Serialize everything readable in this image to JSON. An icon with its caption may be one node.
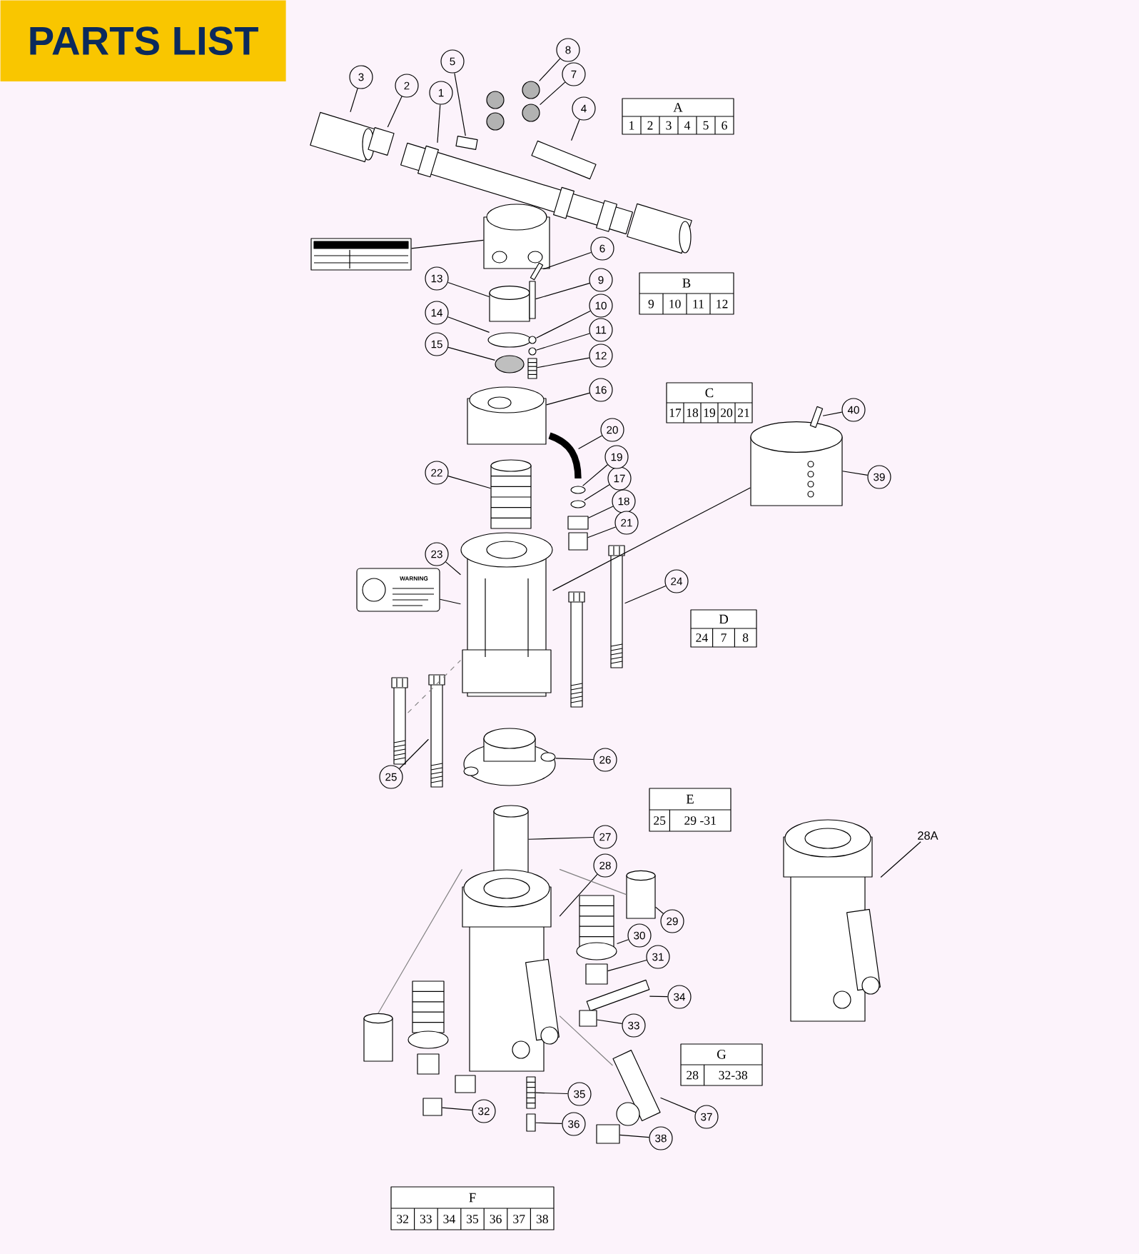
{
  "diagram": {
    "title": "PARTS LIST",
    "nodes": [
      {
        "text": [
          "1"
        ]
      },
      {
        "text": [
          "2"
        ]
      },
      {
        "text": [
          "3"
        ]
      },
      {
        "text": [
          "4"
        ]
      },
      {
        "text": [
          "5"
        ]
      },
      {
        "text": [
          "6"
        ]
      },
      {
        "text": [
          "7"
        ]
      },
      {
        "text": [
          "8"
        ]
      },
      {
        "text": [
          "9"
        ]
      },
      {
        "text": [
          "10"
        ]
      },
      {
        "text": [
          "11"
        ]
      },
      {
        "text": [
          "12"
        ]
      },
      {
        "text": [
          "13"
        ]
      },
      {
        "text": [
          "14"
        ]
      },
      {
        "text": [
          "15"
        ]
      },
      {
        "text": [
          "16"
        ]
      },
      {
        "text": [
          "17"
        ]
      },
      {
        "text": [
          "18"
        ]
      },
      {
        "text": [
          "19"
        ]
      },
      {
        "text": [
          "20"
        ]
      },
      {
        "text": [
          "21"
        ]
      },
      {
        "text": [
          "22"
        ]
      },
      {
        "text": [
          "23"
        ]
      },
      {
        "text": [
          "24"
        ]
      },
      {
        "text": [
          "25"
        ]
      },
      {
        "text": [
          "26"
        ]
      },
      {
        "text": [
          "27"
        ]
      },
      {
        "text": [
          "28"
        ]
      },
      {
        "text": [
          "29"
        ]
      },
      {
        "text": [
          "30"
        ]
      },
      {
        "text": [
          "31"
        ]
      },
      {
        "text": [
          "32"
        ]
      },
      {
        "text": [
          "33"
        ]
      },
      {
        "text": [
          "34"
        ]
      },
      {
        "text": [
          "35"
        ]
      },
      {
        "text": [
          "36"
        ]
      },
      {
        "text": [
          "37"
        ]
      },
      {
        "text": [
          "38"
        ]
      },
      {
        "text": [
          "39"
        ]
      },
      {
        "text": [
          "40"
        ]
      },
      {
        "text": [
          "28A"
        ]
      },
      {
        "text": [
          "A",
          "1",
          "2",
          "3",
          "4",
          "5",
          "6"
        ]
      },
      {
        "text": [
          "B",
          "9",
          "10",
          "11",
          "12"
        ]
      },
      {
        "text": [
          "C",
          "17",
          "18",
          "19",
          "20",
          "21"
        ]
      },
      {
        "text": [
          "D",
          "24",
          "7",
          "8"
        ]
      },
      {
        "text": [
          "E",
          "25",
          "29 -31"
        ]
      },
      {
        "text": [
          "G",
          "28",
          "32-38"
        ]
      },
      {
        "text": [
          "F",
          "32",
          "33",
          "34",
          "35",
          "36",
          "37",
          "38"
        ]
      },
      {
        "text": [],
        "shape": "picture"
      },
      {
        "text": [],
        "shape": "picture"
      },
      {
        "text": [],
        "shape": "box"
      },
      {
        "text": [],
        "shape": "picture"
      },
      {
        "text": [],
        "shape": "picture"
      },
      {
        "text": [],
        "shape": "box"
      },
      {
        "text": [],
        "shape": "box"
      },
      {
        "text": [],
        "shape": "circle"
      },
      {
        "text": [],
        "shape": "circle"
      },
      {
        "text": [],
        "shape": "circle"
      },
      {
        "text": [],
        "shape": "circle"
      },
      {
        "text": [],
        "shape": "picture"
      },
      {
        "text": [],
        "shape": "cylinder"
      },
      {
        "text": [],
        "shape": "circle"
      },
      {
        "text": [],
        "shape": "circle"
      },
      {
        "text": [],
        "shape": "box"
      },
      {
        "text": [],
        "shape": "circle"
      },
      {
        "text": [],
        "shape": "circle"
      },
      {
        "text": [],
        "shape": "picture"
      },
      {
        "text": [],
        "shape": "box"
      },
      {
        "text": [],
        "shape": "picture"
      },
      {
        "text": [],
        "shape": "picture"
      },
      {
        "text": [],
        "shape": "circle"
      },
      {
        "text": [],
        "shape": "circle"
      },
      {
        "text": [],
        "shape": "box"
      },
      {
        "text": [],
        "shape": "box"
      },
      {
        "text": [],
        "shape": "picture"
      },
      {
        "text": [],
        "shape": "picture"
      },
      {
        "text": [
          "WARNING"
        ]
      },
      {
        "text": [],
        "shape": "picture"
      },
      {
        "text": [],
        "shape": "picture"
      },
      {
        "text": [],
        "shape": "picture"
      },
      {
        "text": [],
        "shape": "picture"
      },
      {
        "text": [],
        "shape": "picture"
      },
      {
        "text": [],
        "shape": "box"
      },
      {
        "text": [],
        "shape": "picture"
      },
      {
        "text": [],
        "shape": "cylinder"
      },
      {
        "text": [],
        "shape": "picture"
      },
      {
        "text": [],
        "shape": "picture"
      },
      {
        "text": [],
        "shape": "cylinder"
      },
      {
        "text": [],
        "shape": "picture"
      },
      {
        "text": [],
        "shape": "circle"
      },
      {
        "text": [],
        "shape": "box"
      },
      {
        "text": [],
        "shape": "box"
      },
      {
        "text": [],
        "shape": "box"
      },
      {
        "text": [],
        "shape": "cylinder"
      },
      {
        "text": [],
        "shape": "picture"
      },
      {
        "text": [],
        "shape": "circle"
      },
      {
        "text": [],
        "shape": "box"
      },
      {
        "text": [],
        "shape": "box"
      },
      {
        "text": [],
        "shape": "box"
      },
      {
        "text": [],
        "shape": "picture"
      },
      {
        "text": [],
        "shape": "box"
      },
      {
        "text": [],
        "shape": "picture"
      },
      {
        "text": [],
        "shape": "box"
      }
    ],
    "edges": [
      {
        "from": 0,
        "to": 48,
        "arrow": "none"
      },
      {
        "from": 1,
        "to": 50,
        "arrow": "none"
      },
      {
        "from": 2,
        "to": 49,
        "arrow": "none"
      },
      {
        "from": 3,
        "to": 53,
        "arrow": "none"
      },
      {
        "from": 4,
        "to": 54,
        "arrow": "none"
      },
      {
        "from": 5,
        "to": 67,
        "arrow": "none"
      },
      {
        "from": 6,
        "to": 58,
        "arrow": "none"
      },
      {
        "from": 7,
        "to": 57,
        "arrow": "none"
      },
      {
        "from": 8,
        "to": 63,
        "arrow": "none"
      },
      {
        "from": 9,
        "to": 64,
        "arrow": "none"
      },
      {
        "from": 10,
        "to": 65,
        "arrow": "none"
      },
      {
        "from": 11,
        "to": 66,
        "arrow": "none"
      },
      {
        "from": 12,
        "to": 60,
        "arrow": "none"
      },
      {
        "from": 13,
        "to": 61,
        "arrow": "none"
      },
      {
        "from": 14,
        "to": 62,
        "arrow": "none"
      },
      {
        "from": 15,
        "to": 68,
        "arrow": "none"
      },
      {
        "from": 16,
        "to": 71,
        "arrow": "none"
      },
      {
        "from": 17,
        "to": 72,
        "arrow": "none"
      },
      {
        "from": 18,
        "to": 70,
        "arrow": "none"
      },
      {
        "from": 19,
        "to": 69,
        "arrow": "none"
      },
      {
        "from": 20,
        "to": 73,
        "arrow": "none"
      },
      {
        "from": 21,
        "to": 74,
        "arrow": "none"
      },
      {
        "from": 22,
        "to": 75,
        "arrow": "none"
      },
      {
        "from": 23,
        "to": 77,
        "arrow": "none"
      },
      {
        "from": 24,
        "to": 80,
        "arrow": "none"
      },
      {
        "from": 25,
        "to": 83,
        "arrow": "none"
      },
      {
        "from": 26,
        "to": 84,
        "arrow": "none"
      },
      {
        "from": 27,
        "to": 85,
        "arrow": "none"
      },
      {
        "from": 28,
        "to": 87,
        "arrow": "none"
      },
      {
        "from": 29,
        "to": 89,
        "arrow": "none"
      },
      {
        "from": 30,
        "to": 90,
        "arrow": "none"
      },
      {
        "from": 31,
        "to": 98,
        "arrow": "none"
      },
      {
        "from": 32,
        "to": 92,
        "arrow": "none"
      },
      {
        "from": 33,
        "to": 91,
        "arrow": "none"
      },
      {
        "from": 34,
        "to": 99,
        "arrow": "none"
      },
      {
        "from": 35,
        "to": 100,
        "arrow": "none"
      },
      {
        "from": 36,
        "to": 101,
        "arrow": "none"
      },
      {
        "from": 37,
        "to": 102,
        "arrow": "none"
      },
      {
        "from": 38,
        "to": 81,
        "arrow": "none"
      },
      {
        "from": 39,
        "to": 82,
        "arrow": "none"
      },
      {
        "from": 40,
        "to": 86,
        "arrow": "none"
      },
      {
        "from": 59,
        "to": 52,
        "arrow": "none"
      },
      {
        "from": 76,
        "to": 75,
        "arrow": "none"
      },
      {
        "from": 81,
        "to": 75,
        "arrow": "none"
      },
      {
        "from": 79,
        "to": 75,
        "arrow": "none",
        "style": "dashed",
        "color": "#808080"
      },
      {
        "from": 87,
        "to": 85,
        "arrow": "none",
        "color": "#808080"
      },
      {
        "from": 93,
        "to": 85,
        "arrow": "none",
        "color": "#808080"
      },
      {
        "from": 85,
        "to": 101,
        "arrow": "none",
        "color": "#808080"
      }
    ]
  }
}
